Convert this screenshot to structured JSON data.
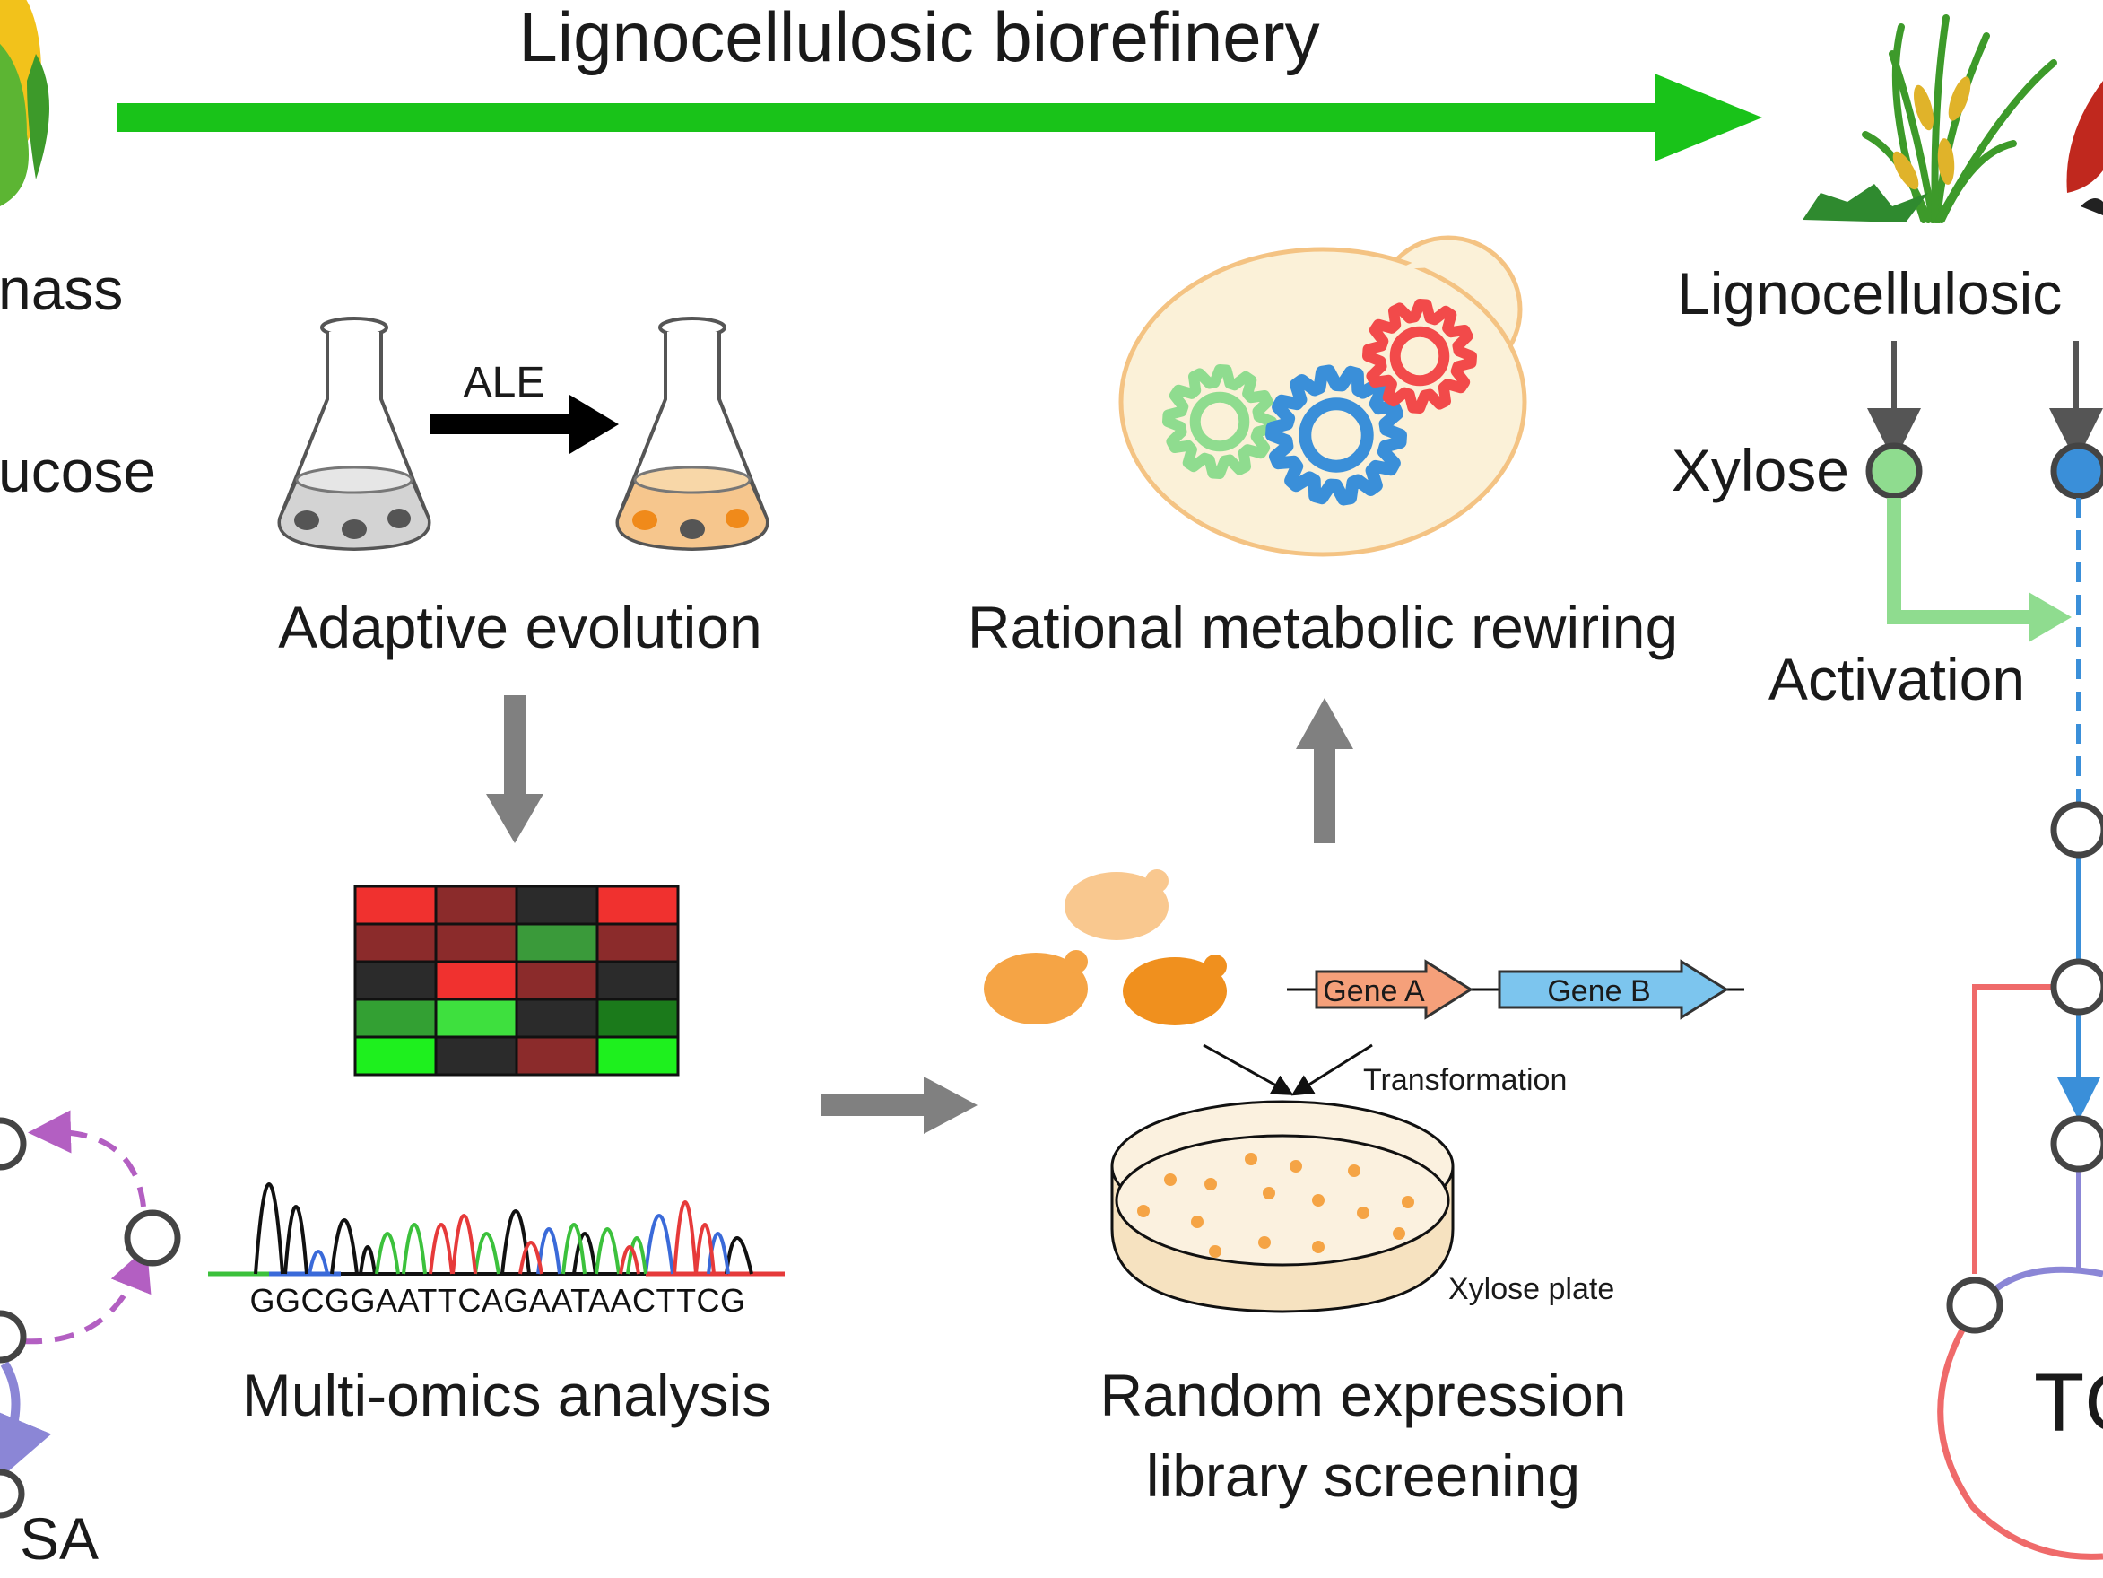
{
  "header": {
    "title": "Lignocellulosic biorefinery"
  },
  "left": {
    "biomass_label": "nass",
    "glucose_label": "ucose",
    "sa_label": "SA"
  },
  "ale": {
    "arrow_label": "ALE",
    "caption": "Adaptive evolution"
  },
  "rational": {
    "caption": "Rational metabolic rewiring"
  },
  "omics": {
    "sequence": "GGCGGAATTCAGAATAACTTCG",
    "caption": "Multi-omics analysis"
  },
  "library": {
    "gene_a": "Gene A",
    "gene_b": "Gene B",
    "transformation": "Transformation",
    "plate": "Xylose plate",
    "caption_line1": "Random expression",
    "caption_line2": "library screening"
  },
  "right": {
    "lignocellulosic_label": "Lignocellulosic",
    "xylose_label": "Xylose",
    "activation_label": "Activation",
    "tca_label": "TC"
  },
  "heatmap": {
    "rows": [
      [
        "#f0312f",
        "#8b2b2b",
        "#2b2b2b",
        "#f0312f"
      ],
      [
        "#8b2b2b",
        "#8b2b2b",
        "#3a9a3a",
        "#8b2b2b"
      ],
      [
        "#2b2b2b",
        "#f0312f",
        "#8b2b2b",
        "#2b2b2b"
      ],
      [
        "#33a033",
        "#3ee03e",
        "#2b2b2b",
        "#1b7a1b"
      ],
      [
        "#1ef01e",
        "#2b2b2b",
        "#8b2b2b",
        "#1ef01e"
      ]
    ]
  },
  "colors": {
    "green_arrow": "#19c319",
    "gray_arrow": "#808080",
    "blue_path": "#3a8fd9",
    "red_path": "#ef6a6a",
    "purple_path": "#8b86d6",
    "magenta_dash": "#b35fc2",
    "light_green": "#8fdc8f",
    "orange_cell": "#f5a445",
    "gene_a_fill": "#f5a07a",
    "gene_b_fill": "#7cc5ee"
  }
}
